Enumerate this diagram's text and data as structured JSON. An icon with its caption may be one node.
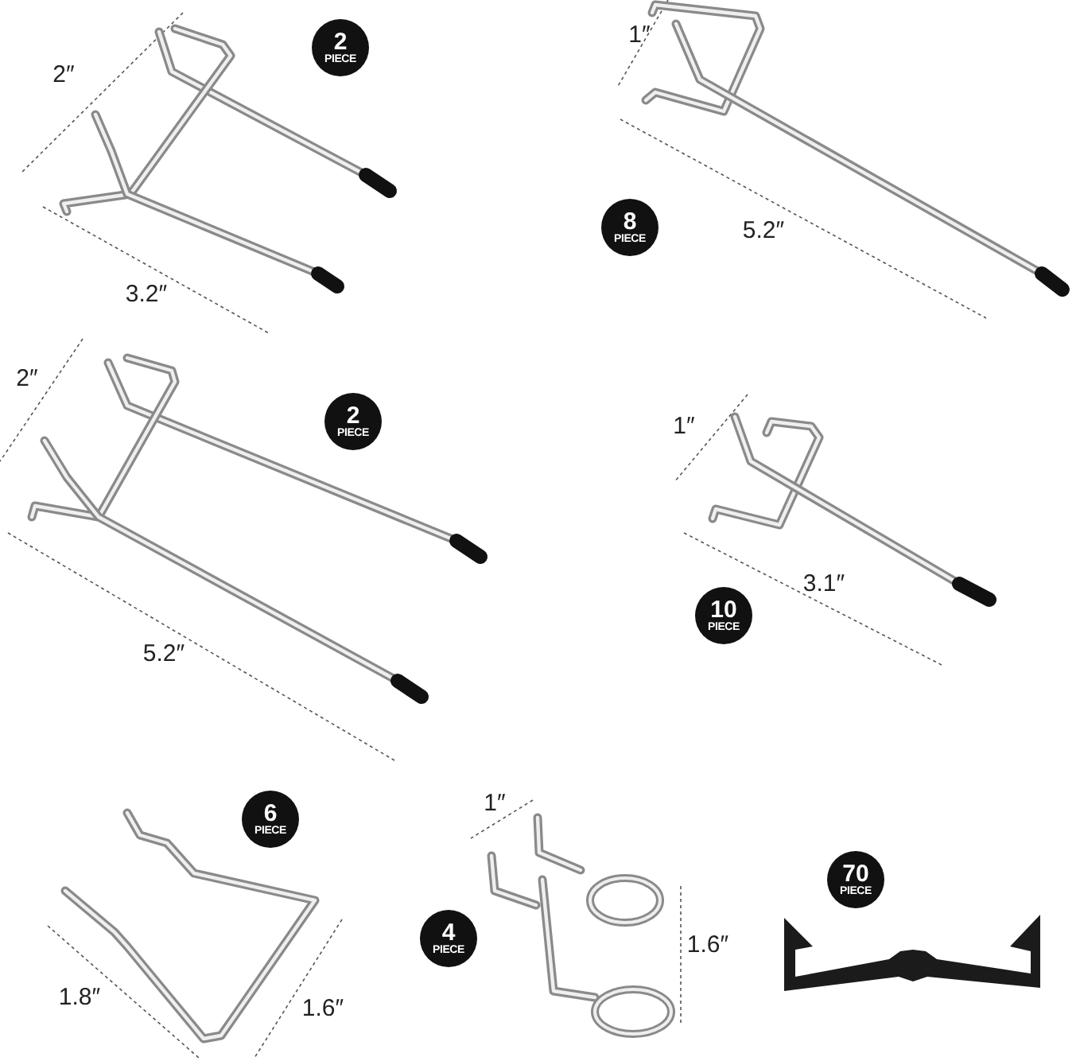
{
  "diagram": {
    "nodes": [
      {
        "text": [
          "2",
          "PIECE"
        ]
      },
      {
        "text": [
          "8",
          "PIECE"
        ]
      },
      {
        "text": [
          "2",
          "PIECE"
        ]
      },
      {
        "text": [
          "10",
          "PIECE"
        ]
      },
      {
        "text": [
          "6",
          "PIECE"
        ]
      },
      {
        "text": [
          "70",
          "PIECE"
        ]
      },
      {
        "text": [
          "4",
          "PIECE"
        ]
      }
    ],
    "labels": [
      "2″",
      "3.2″",
      "1″",
      "5.2″",
      "2″",
      "5.2″",
      "1″",
      "3.1″",
      "1″",
      "1.6″",
      "1.8″",
      "1.6″"
    ]
  }
}
